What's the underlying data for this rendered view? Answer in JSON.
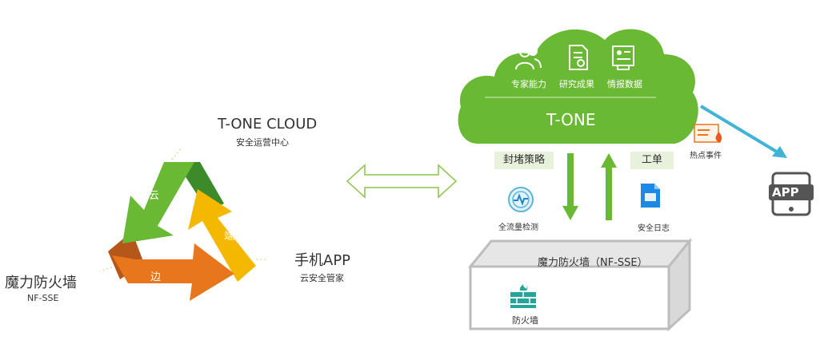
{
  "left_diagram": {
    "tone_cloud": {
      "title": "T-ONE CLOUD",
      "subtitle": "安全运营中心"
    },
    "firewall": {
      "title": "魔力防火墙",
      "subtitle": "NF-SSE"
    },
    "mobile_app": {
      "title": "手机APP",
      "subtitle": "云安全管家"
    },
    "cycle_labels": {
      "cloud": "云",
      "edge": "边",
      "end": "端"
    },
    "colors": {
      "green": "#6ab934",
      "yellow": "#f5b800",
      "orange": "#e8761c",
      "dark_green": "#3d8a2a",
      "dark_orange": "#b5571a"
    }
  },
  "cloud": {
    "title": "T-ONE",
    "items": [
      {
        "label": "专家能力",
        "icon": "experts-icon"
      },
      {
        "label": "研究成果",
        "icon": "research-doc-icon"
      },
      {
        "label": "情报数据",
        "icon": "intel-data-icon"
      }
    ],
    "color": "#6ab934"
  },
  "flow": {
    "block_policy": "封堵策略",
    "work_order": "工单",
    "full_traffic": "全流量检测",
    "security_log": "安全日志",
    "hot_event": "热点事件"
  },
  "firewall_box": {
    "title": "魔力防火墙（NF-SSE）",
    "inner_label": "防火墙"
  },
  "app_device": {
    "label": "APP"
  }
}
